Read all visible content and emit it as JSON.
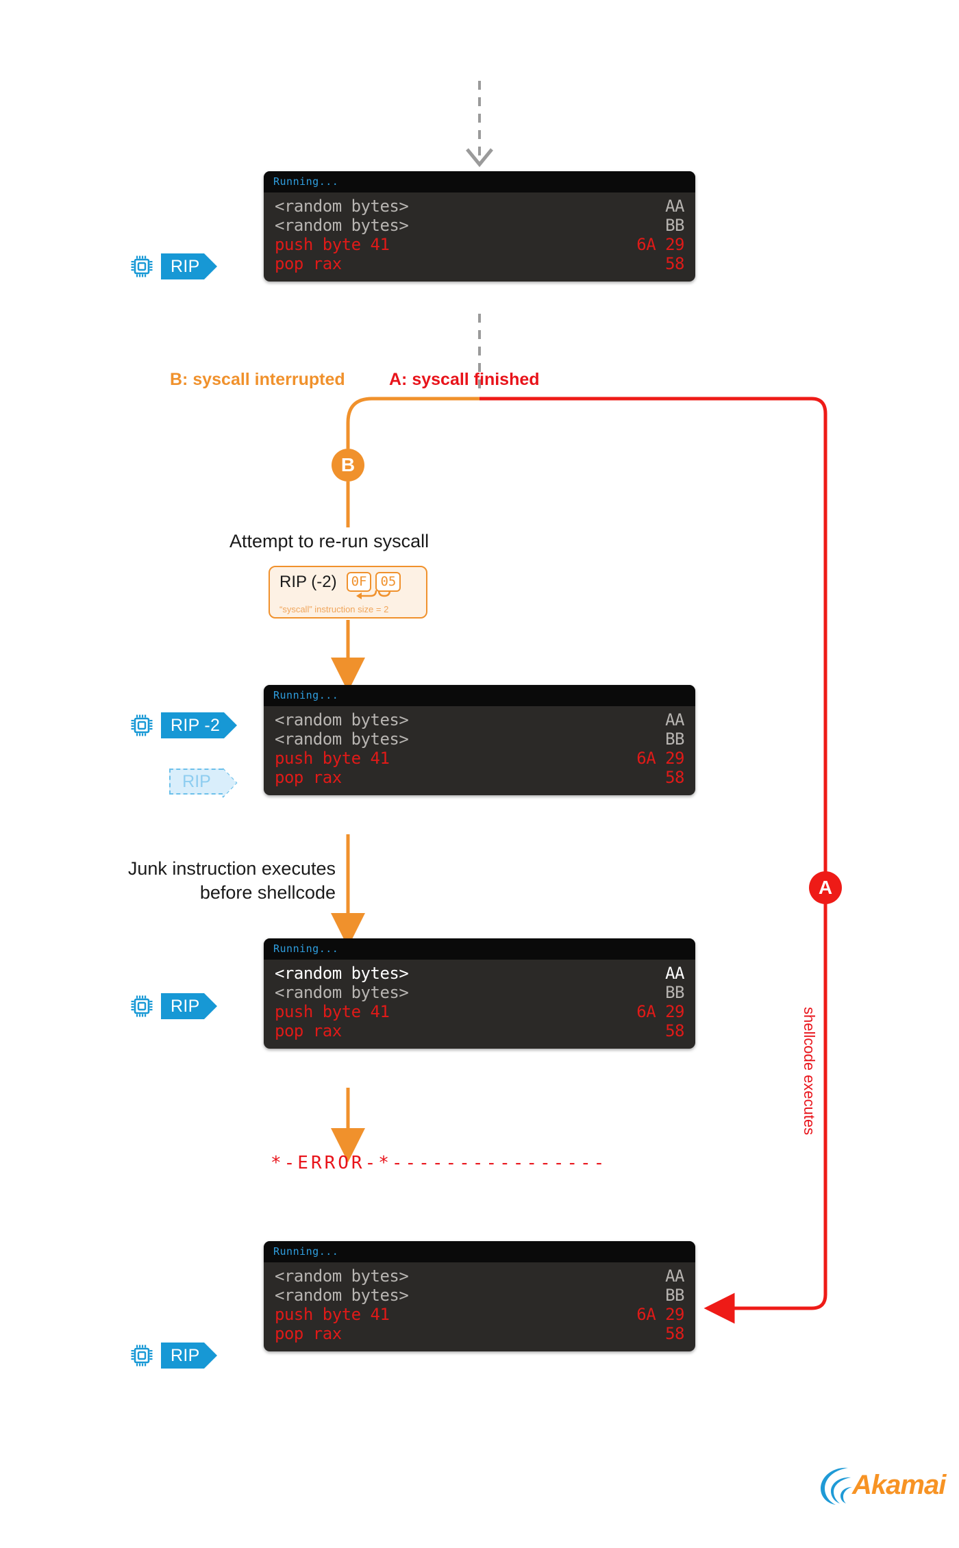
{
  "diagram": {
    "title": "syscall interruption shellcode execution flow",
    "colors": {
      "orange": "#f0912c",
      "red": "#e8131a",
      "blue": "#1798d5",
      "ghost_blue": "#d9eefb",
      "terminal_bg": "#2b2927",
      "terminal_title_bg": "#0a0a0a",
      "terminal_title_text": "#2f9fe0"
    }
  },
  "terminals": [
    {
      "id": "terminal-1",
      "title": "Running...",
      "rows": [
        {
          "label": "<random bytes>",
          "hex": "AA",
          "style": "gray"
        },
        {
          "label": "<random bytes>",
          "hex": "BB",
          "style": "gray"
        },
        {
          "label": "push byte 41",
          "hex": "6A 29",
          "style": "red"
        },
        {
          "label": "pop rax",
          "hex": "58",
          "style": "red"
        }
      ]
    },
    {
      "id": "terminal-2",
      "title": "Running...",
      "rows": [
        {
          "label": "<random bytes>",
          "hex": "AA",
          "style": "gray"
        },
        {
          "label": "<random bytes>",
          "hex": "BB",
          "style": "gray"
        },
        {
          "label": "push byte 41",
          "hex": "6A 29",
          "style": "red"
        },
        {
          "label": "pop rax",
          "hex": "58",
          "style": "red"
        }
      ]
    },
    {
      "id": "terminal-3",
      "title": "Running...",
      "rows": [
        {
          "label": "<random bytes>",
          "hex": "AA",
          "style": "bright"
        },
        {
          "label": "<random bytes>",
          "hex": "BB",
          "style": "gray"
        },
        {
          "label": "push byte 41",
          "hex": "6A 29",
          "style": "red"
        },
        {
          "label": "pop rax",
          "hex": "58",
          "style": "red"
        }
      ]
    },
    {
      "id": "terminal-4",
      "title": "Running...",
      "rows": [
        {
          "label": "<random bytes>",
          "hex": "AA",
          "style": "gray"
        },
        {
          "label": "<random bytes>",
          "hex": "BB",
          "style": "gray"
        },
        {
          "label": "push byte 41",
          "hex": "6A 29",
          "style": "red"
        },
        {
          "label": "pop rax",
          "hex": "58",
          "style": "red"
        }
      ]
    }
  ],
  "rip_badges": {
    "badge1": "RIP",
    "badge2": "RIP -2",
    "badge2_ghost": "RIP",
    "badge3": "RIP",
    "badge4": "RIP"
  },
  "branches": {
    "b_label": "B: syscall interrupted",
    "a_label": "A: syscall finished",
    "b_marker": "B",
    "a_marker": "A"
  },
  "labels": {
    "attempt": "Attempt to re-run syscall",
    "junk_line1": "Junk instruction executes",
    "junk_line2": "before shellcode",
    "error": "*-ERROR-*----------------",
    "shellcode_executes": "shellcode executes"
  },
  "callout": {
    "title": "RIP (-2)",
    "byte1": "0F",
    "byte2": "05",
    "note": "“syscall” instruction size = 2"
  },
  "logo": {
    "text": "Akamai"
  }
}
